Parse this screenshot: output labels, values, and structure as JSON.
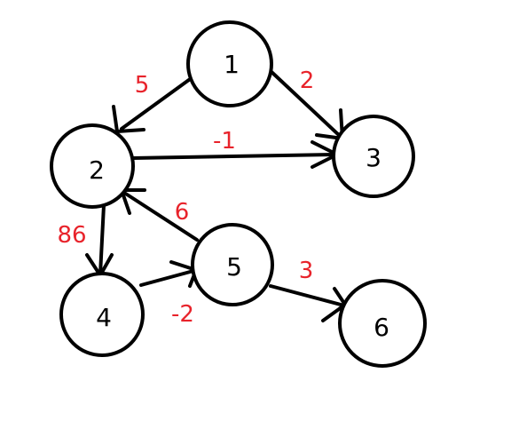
{
  "graph": {
    "node_color": "#000000",
    "weight_color": "#e8232b",
    "nodes": [
      {
        "id": "1",
        "label": "1"
      },
      {
        "id": "2",
        "label": "2"
      },
      {
        "id": "3",
        "label": "3"
      },
      {
        "id": "4",
        "label": "4"
      },
      {
        "id": "5",
        "label": "5"
      },
      {
        "id": "6",
        "label": "6"
      }
    ],
    "edges": [
      {
        "from": "1",
        "to": "2",
        "weight": "5"
      },
      {
        "from": "1",
        "to": "3",
        "weight": "2"
      },
      {
        "from": "2",
        "to": "3",
        "weight": "-1"
      },
      {
        "from": "2",
        "to": "4",
        "weight": "86"
      },
      {
        "from": "5",
        "to": "2",
        "weight": "6"
      },
      {
        "from": "4",
        "to": "5",
        "weight": "-2"
      },
      {
        "from": "5",
        "to": "6",
        "weight": "3"
      }
    ]
  }
}
